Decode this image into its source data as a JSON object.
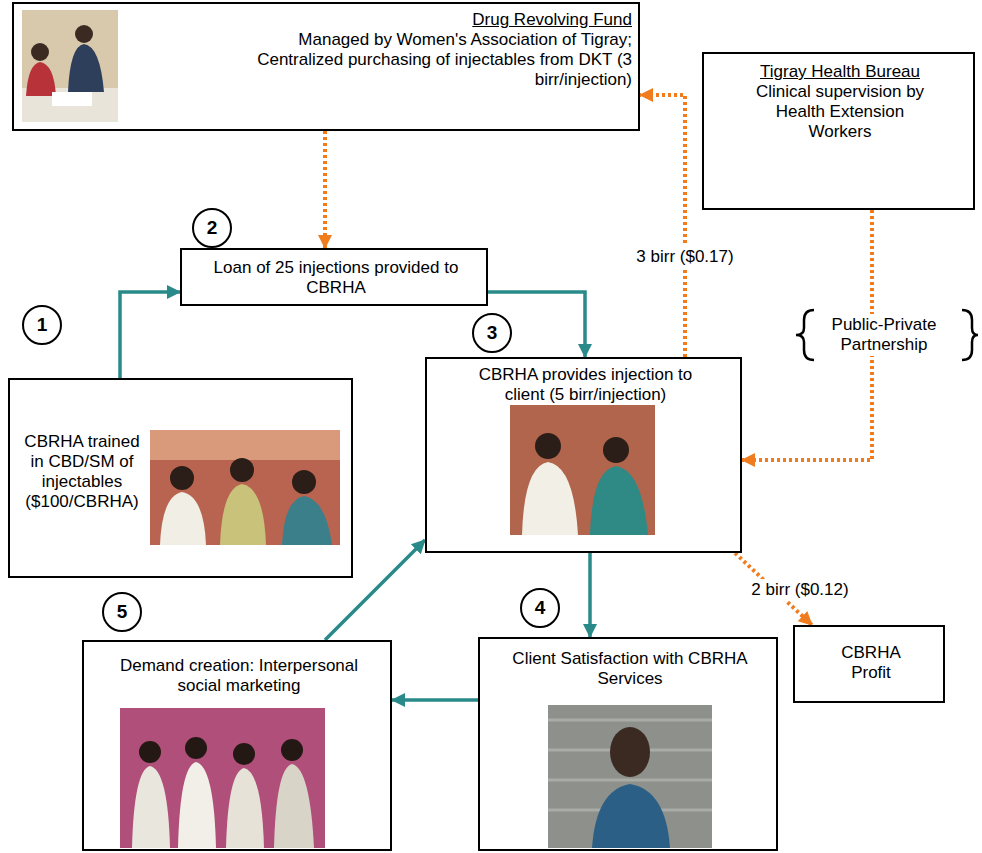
{
  "diagram": {
    "nodes": [
      {
        "text": [
          "Drug Revolving Fund",
          "Managed by Women's Association of Tigray; Centralized purchasing of injectables from DKT (3 birr/injection)"
        ]
      },
      {
        "text": [
          "Tigray Health Bureau",
          "Clinical supervision by Health Extension Workers"
        ]
      },
      {
        "text": [
          "Loan of 25 injections provided to CBRHA"
        ]
      },
      {
        "text": [
          "CBRHA provides injection to client (5 birr/injection)"
        ]
      },
      {
        "text": [
          "CBRHA trained in CBD/SM of injectables ($100/CBRHA)"
        ]
      },
      {
        "text": [
          "Client Satisfaction with CBRHA Services"
        ]
      },
      {
        "text": [
          "CBRHA Profit"
        ]
      },
      {
        "text": [
          "Demand creation: Interpersonal social marketing"
        ]
      }
    ],
    "edges": [
      {
        "from": 0,
        "to": 2,
        "arrow": "to"
      },
      {
        "from": 4,
        "to": 2,
        "arrow": "to"
      },
      {
        "from": 2,
        "to": 3,
        "arrow": "to"
      },
      {
        "from": 3,
        "to": 0,
        "label": "3 birr ($0.17)",
        "arrow": "to"
      },
      {
        "from": 1,
        "to": 3,
        "arrow": "to"
      },
      {
        "from": 3,
        "to": 6,
        "label": "2 birr ($0.12)",
        "arrow": "to"
      },
      {
        "from": 3,
        "to": 5,
        "arrow": "to"
      },
      {
        "from": 5,
        "to": 7,
        "arrow": "to"
      },
      {
        "from": 7,
        "to": 3,
        "arrow": "to"
      }
    ],
    "labels": [
      "1",
      "2",
      "3",
      "4",
      "5",
      "Public-Private Partnership"
    ]
  }
}
